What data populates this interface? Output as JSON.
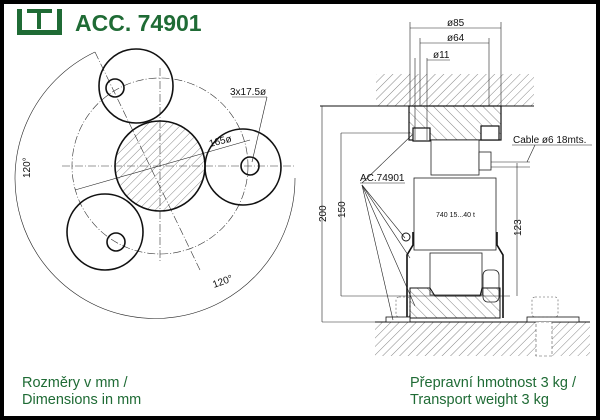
{
  "header": {
    "title": "ACC. 74901",
    "logo": "TT-logo"
  },
  "plan_view": {
    "hole_label": "3x17.5ø",
    "pitch_diameter": "165ø",
    "angle_left": "120°",
    "angle_bottom": "120°"
  },
  "side_view": {
    "dia_outer": "ø85",
    "dia_inner": "ø64",
    "dia_hole": "ø11",
    "cable": "Cable ø6 18mts.",
    "accessory": "AC.74901",
    "cell_label": "740 15...40 t",
    "height_total": "200",
    "height_150": "150",
    "height_123": "123"
  },
  "footer": {
    "dims_cz": "Rozměry v mm /",
    "dims_en": "Dimensions in mm",
    "weight_cz": "Přepravní hmotnost 3 kg /",
    "weight_en": "Transport weight 3 kg"
  },
  "colors": {
    "brand": "#1f6b35"
  }
}
